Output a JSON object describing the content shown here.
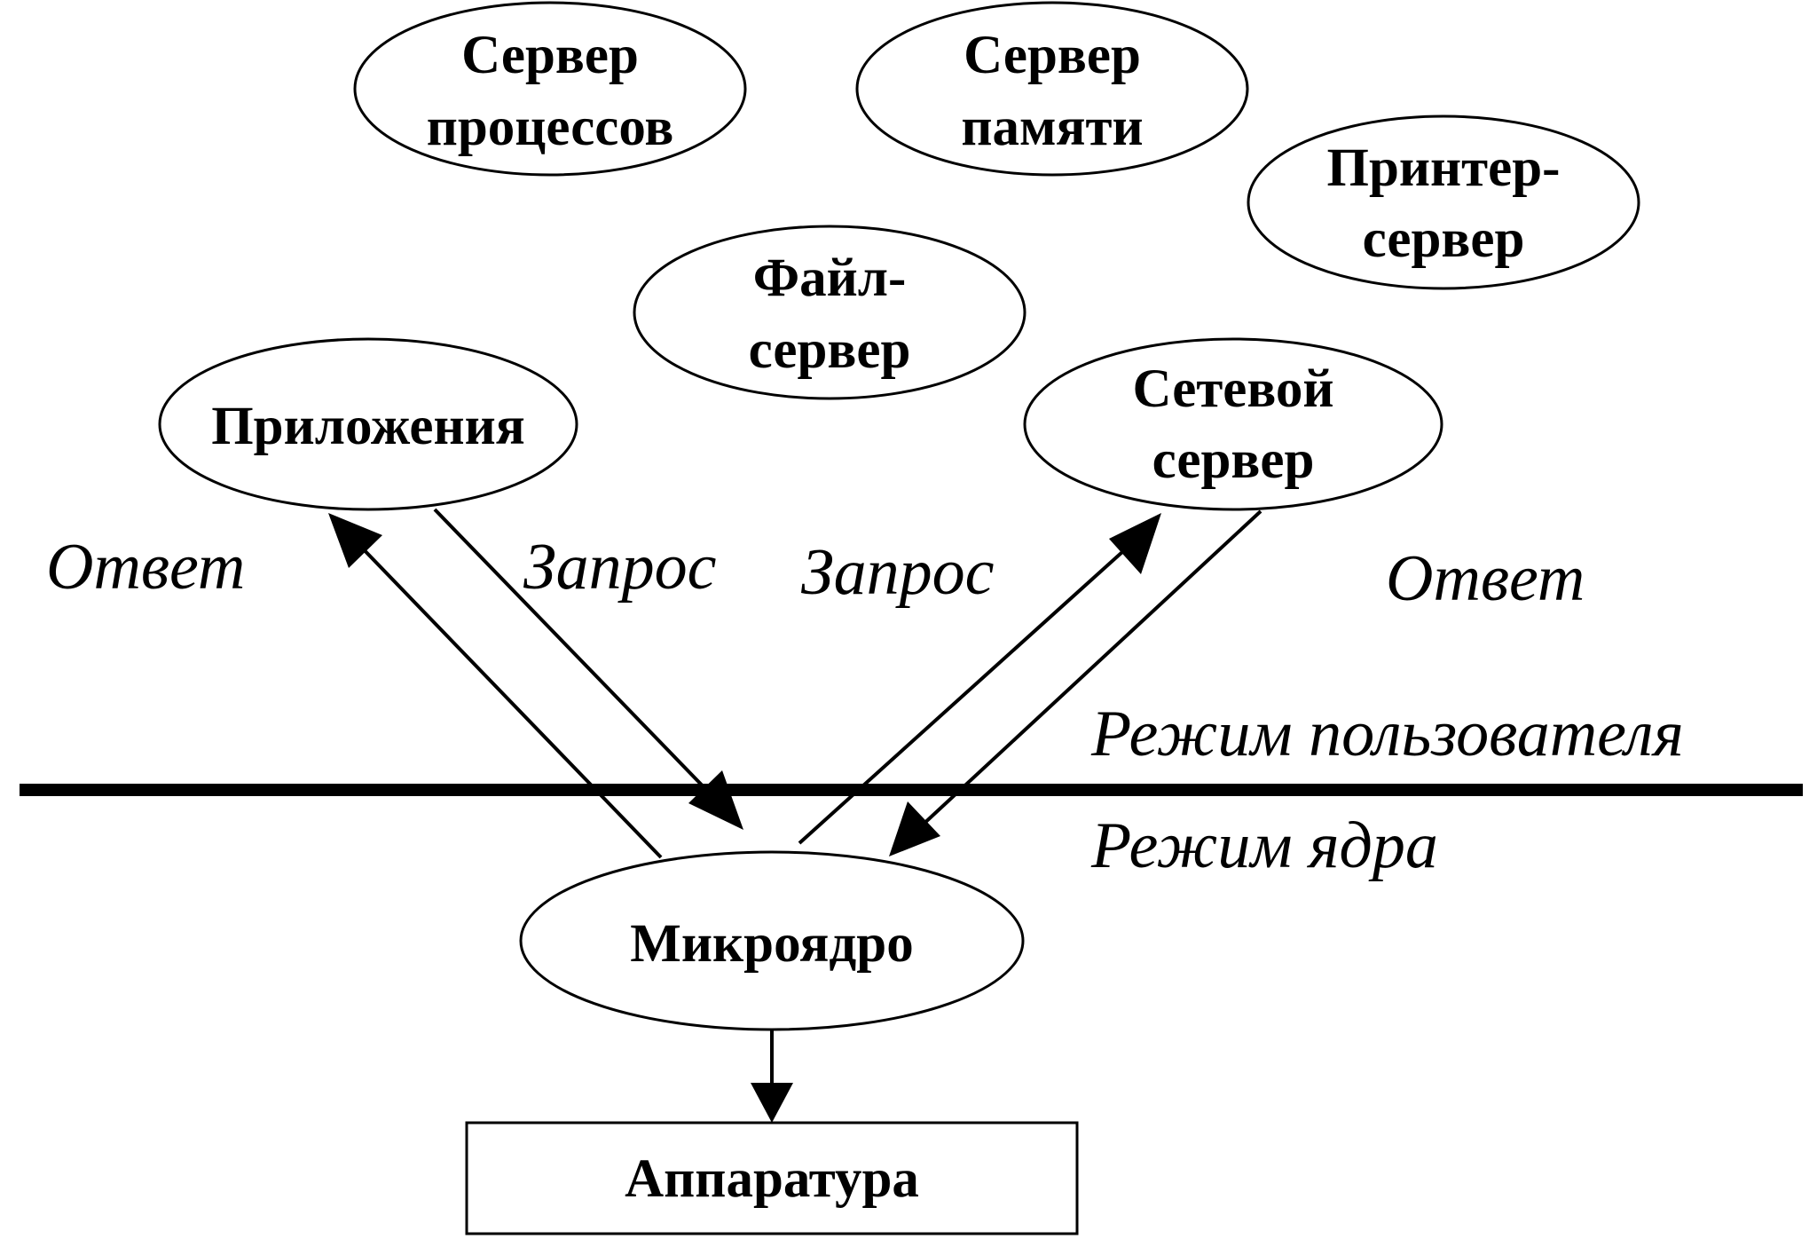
{
  "nodes": {
    "process_server": {
      "line1": "Сервер",
      "line2": "процессов"
    },
    "memory_server": {
      "line1": "Сервер",
      "line2": "памяти"
    },
    "printer_server": {
      "line1": "Принтер-",
      "line2": "сервер"
    },
    "file_server": {
      "line1": "Файл-",
      "line2": "сервер"
    },
    "applications": {
      "label": "Приложения"
    },
    "network_server": {
      "line1": "Сетевой",
      "line2": "сервер"
    },
    "microkernel": {
      "label": "Микроядро"
    },
    "hardware": {
      "label": "Аппаратура"
    }
  },
  "labels": {
    "reply_left": "Ответ",
    "request_left": "Запрос",
    "request_right": "Запрос",
    "reply_right": "Ответ",
    "user_mode": "Режим пользователя",
    "kernel_mode": "Режим ядра"
  },
  "colors": {
    "line": "#000000",
    "fill": "#ffffff"
  }
}
